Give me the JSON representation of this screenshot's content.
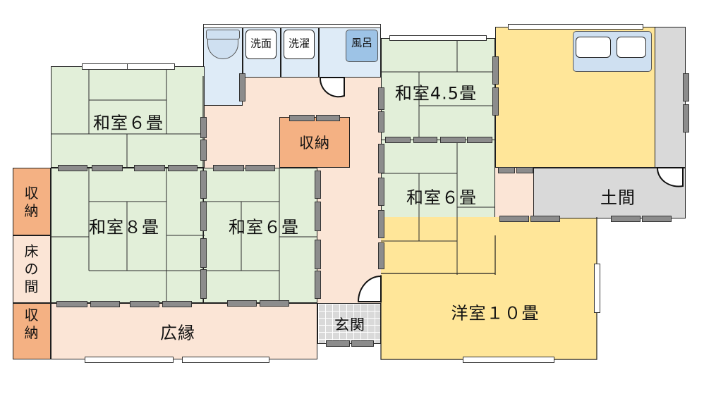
{
  "rooms": {
    "washitsu6_nw": "和室６畳",
    "washitsu8": "和室８畳",
    "washitsu6_center": "和室６畳",
    "washitsu45": "和室4.5畳",
    "washitsu6_east": "和室６畳",
    "youshitsu10": "洋室１０畳",
    "hiroen": "広縁",
    "genkan": "玄関",
    "doma": "土間",
    "shuno_center": "収納",
    "shuno_left_top": "収納",
    "tokonoma": "床の間",
    "shuno_left_bottom": "収納",
    "senmen": "洗面",
    "sentaku": "洗濯",
    "furo": "風呂"
  },
  "colors": {
    "tatami": "#e2efd9",
    "hallway": "#fbe5d6",
    "storage": "#f4b183",
    "wet_area": "#deebf7",
    "western": "#ffe699",
    "doma": "#d9d9d9",
    "fixture": "#cfe0f1",
    "sash": "#8c8c8c"
  }
}
